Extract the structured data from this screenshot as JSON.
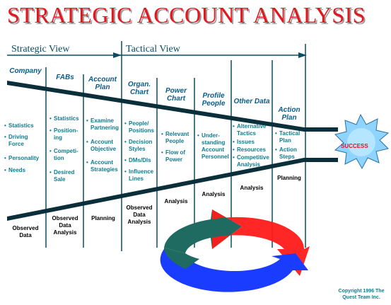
{
  "title": "STRATEGIC ACCOUNT ANALYSIS",
  "views": {
    "strategic": "Strategic View",
    "tactical": "Tactical View"
  },
  "columns": [
    {
      "head": "Company",
      "items": [
        "Statistics",
        "Driving Force",
        "Personality",
        "Needs"
      ],
      "footer": "Observed Data"
    },
    {
      "head": "FABs",
      "items": [
        "Statistics",
        "Position-ing",
        "Competi-tion",
        "Desired Sale"
      ],
      "footer": "Observed Data Analysis"
    },
    {
      "head": "Account Plan",
      "items": [
        "Examine Partnering",
        "Account Objective",
        "Account Strategies"
      ],
      "footer": "Planning"
    },
    {
      "head": "Organ. Chart",
      "items": [
        "People/ Positions",
        "Decision Styles",
        "DMs/DIs",
        "Influence Lines"
      ],
      "footer": "Observed Data Analysis"
    },
    {
      "head": "Power Chart",
      "items": [
        "Relevant People",
        "Flow of Power"
      ],
      "footer": "Analysis"
    },
    {
      "head": "Profile People",
      "items": [
        "Under-standing Account Personnel"
      ],
      "footer": "Analysis"
    },
    {
      "head": "Other Data",
      "items": [
        "Alternative Tactics",
        "Issues",
        "Resources",
        "Competitive Analysis"
      ],
      "footer": "Analysis"
    },
    {
      "head": "Action Plan",
      "items": [
        "Tactical Plan",
        "Action Steps"
      ],
      "footer": "Planning"
    }
  ],
  "success": "SUCCESS",
  "copyright": "Copyright 1996 The Quest Team Inc.",
  "colors": {
    "title": "#e8141c",
    "heading": "#0a5b8a",
    "item": "#0e7c8e",
    "red_arrow": "#ff1a1a",
    "blue_arrow": "#1a3cff",
    "teal_arrow": "#1f6b62",
    "burst": "#8fd4ff"
  }
}
